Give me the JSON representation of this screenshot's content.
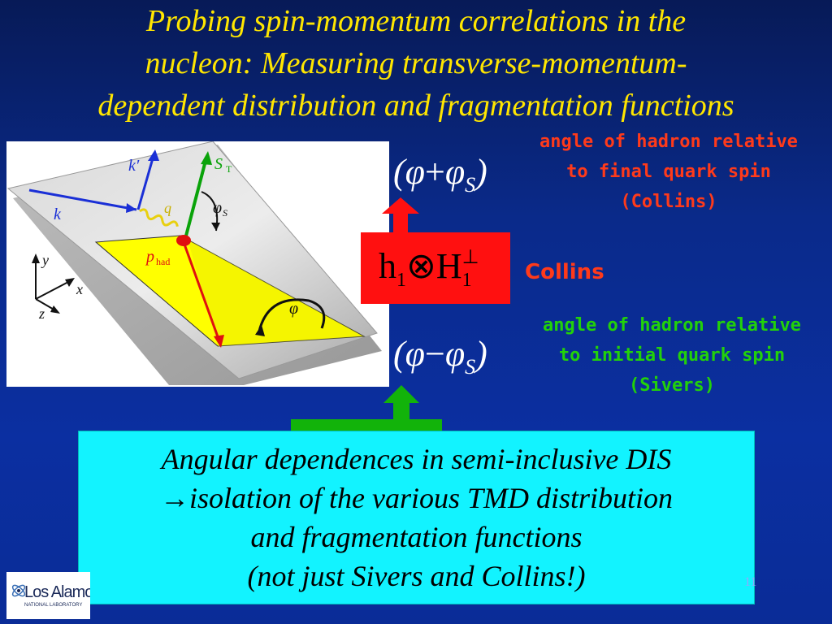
{
  "slide": {
    "title_lines": [
      "Probing spin-momentum correlations in the",
      "nucleon: Measuring transverse-momentum-",
      "dependent distribution and fragmentation functions"
    ],
    "slide_number": "11"
  },
  "diagram": {
    "labels": {
      "k_prime": "k′",
      "k": "k",
      "q": "q",
      "s_t": "S",
      "s_t_sub": "T",
      "phi_s": "φ",
      "phi_s_sub": "S",
      "p_had": "p",
      "p_had_sub": "had",
      "phi": "φ",
      "y": "y",
      "x": "x",
      "z": "z"
    }
  },
  "formulas": {
    "top": {
      "open": "(",
      "phi": "φ",
      "op": "+",
      "phi_s": "φ",
      "sub": "S",
      "close": ")"
    },
    "bottom": {
      "open": "(",
      "phi": "φ",
      "op": "−",
      "phi_s": "φ",
      "sub": "S",
      "close": ")"
    },
    "box": {
      "h": "h",
      "h_sub": "1",
      "otimes": "⊗",
      "H": "H",
      "H_sub": "1",
      "H_sup": "⊥"
    }
  },
  "notes": {
    "collins_desc": [
      "angle of hadron relative",
      "to final quark spin",
      "(Collins)"
    ],
    "collins_label": "Collins",
    "sivers_desc": [
      "angle of hadron relative",
      "to initial quark spin",
      "(Sivers)"
    ]
  },
  "bottom_box": {
    "lines": [
      "Angular dependences in semi-inclusive DIS",
      "→isolation of the various TMD distribution",
      "and fragmentation functions",
      "(not just Sivers and Collins!)"
    ]
  },
  "logo": {
    "text": "Los Alamos",
    "subtext": "NATIONAL LABORATORY"
  },
  "colors": {
    "title": "#ffe600",
    "red_note": "#ff3a1a",
    "green_note": "#22d10a",
    "box_red": "#ff1010",
    "box_cyan": "#12f3ff",
    "arrow_green": "#12b30a"
  }
}
